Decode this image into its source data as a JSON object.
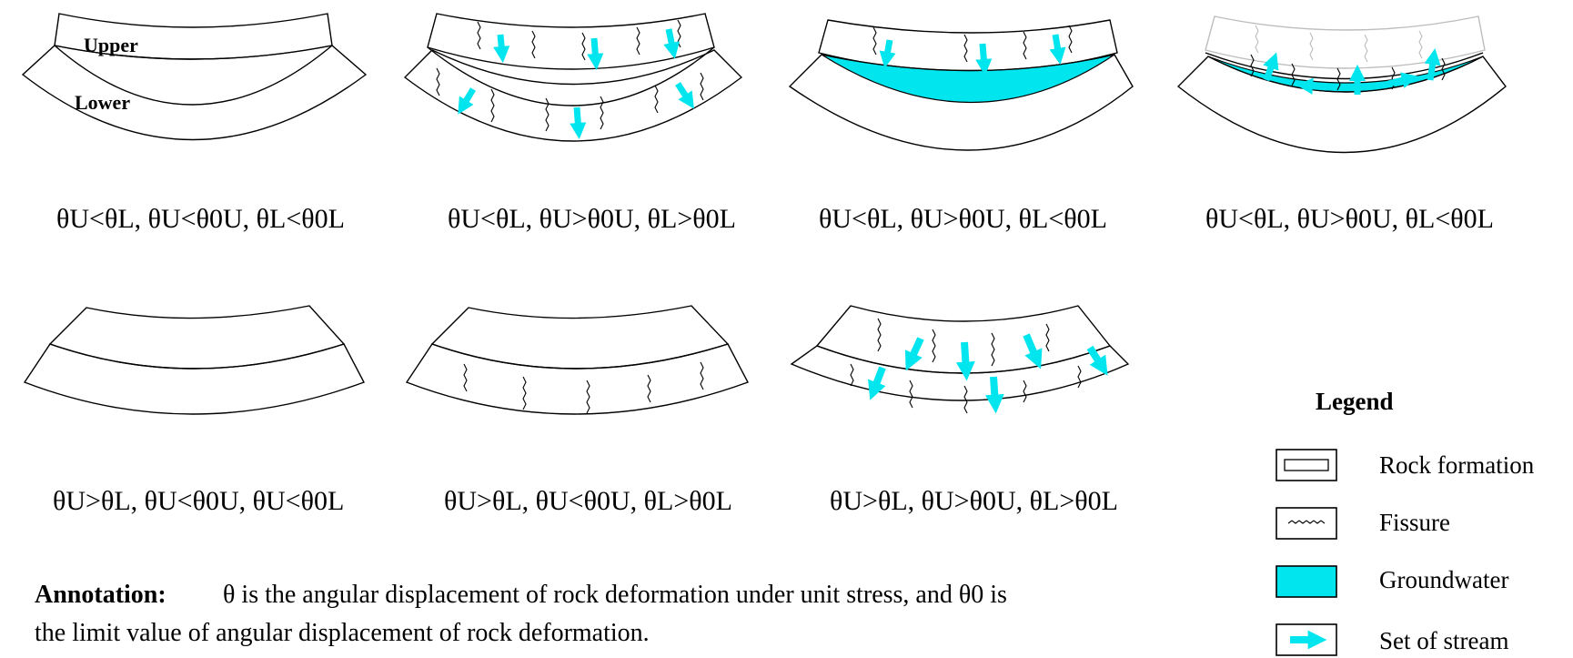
{
  "figure": {
    "panels": [
      {
        "id": "p1",
        "condition": "θU<θL, θU<θ0U, θL<θ0L",
        "layer_labels": {
          "upper": "Upper",
          "lower": "Lower"
        }
      },
      {
        "id": "p2",
        "condition": "θU<θL, θU>θ0U, θL>θ0L"
      },
      {
        "id": "p3",
        "condition": "θU<θL, θU>θ0U, θL<θ0L"
      },
      {
        "id": "p4",
        "condition": "θU<θL, θU>θ0U, θL<θ0L"
      },
      {
        "id": "p5",
        "condition": "θU>θL, θU<θ0U, θU<θ0L"
      },
      {
        "id": "p6",
        "condition": "θU>θL, θU<θ0U, θL>θ0L"
      },
      {
        "id": "p7",
        "condition": "θU>θL, θU>θ0U, θL>θ0L"
      }
    ],
    "legend": {
      "title": "Legend",
      "items": [
        {
          "label": "Rock formation",
          "icon": "rock-formation-icon"
        },
        {
          "label": "Fissure",
          "icon": "fissure-icon"
        },
        {
          "label": "Groundwater",
          "icon": "groundwater-icon"
        },
        {
          "label": "Set of stream",
          "icon": "stream-arrow-icon"
        }
      ]
    },
    "annotation": {
      "bold_label": "Annotation:",
      "line1": "θ is the angular displacement of rock deformation under unit stress, and θ0 is",
      "line2": "the limit value of angular displacement of rock deformation."
    },
    "colors": {
      "groundwater": "#00e5ee",
      "line": "#000000",
      "ghost": "#bdbdbd"
    }
  }
}
